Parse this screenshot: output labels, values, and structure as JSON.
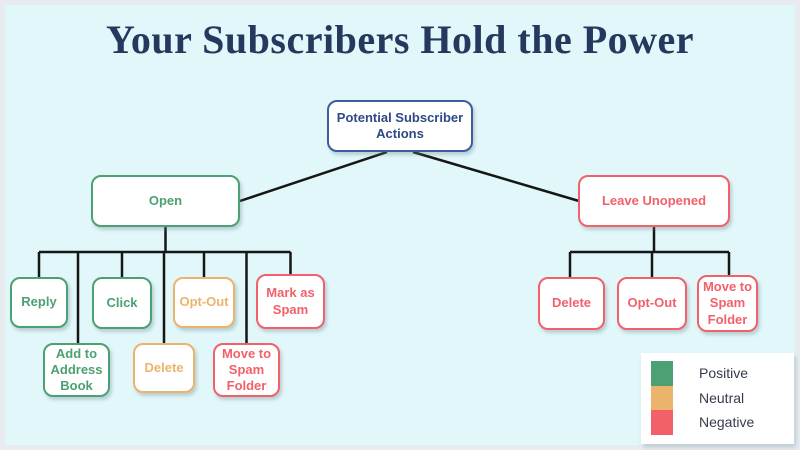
{
  "title": "Your Subscribers Hold the Power",
  "colors": {
    "background": "#e1f7f9",
    "frame": "#e8ecf1",
    "title": "#25395e",
    "root_border": "#3e5c9e",
    "root_text": "#2e4a84",
    "positive": "#4ba173",
    "neutral": "#ecb46b",
    "negative": "#f2606a",
    "connector": "#161616",
    "legend_text": "#333b4c"
  },
  "tree": {
    "root": {
      "label": "Potential Subscriber Actions",
      "sentiment": "root"
    },
    "branches": [
      {
        "label": "Open",
        "sentiment": "positive",
        "children": [
          {
            "label": "Reply",
            "sentiment": "positive"
          },
          {
            "label": "Add to Address Book",
            "sentiment": "positive"
          },
          {
            "label": "Click",
            "sentiment": "positive"
          },
          {
            "label": "Delete",
            "sentiment": "neutral"
          },
          {
            "label": "Opt-Out",
            "sentiment": "neutral"
          },
          {
            "label": "Move to Spam Folder",
            "sentiment": "negative"
          },
          {
            "label": "Mark as Spam",
            "sentiment": "negative"
          }
        ]
      },
      {
        "label": "Leave Unopened",
        "sentiment": "negative",
        "children": [
          {
            "label": "Delete",
            "sentiment": "negative"
          },
          {
            "label": "Opt-Out",
            "sentiment": "negative"
          },
          {
            "label": "Move to Spam Folder",
            "sentiment": "negative"
          }
        ]
      }
    ]
  },
  "legend": {
    "items": [
      {
        "label": "Positive",
        "color": "#4ba173"
      },
      {
        "label": "Neutral",
        "color": "#ecb46b"
      },
      {
        "label": "Negative",
        "color": "#f2606a"
      }
    ]
  }
}
